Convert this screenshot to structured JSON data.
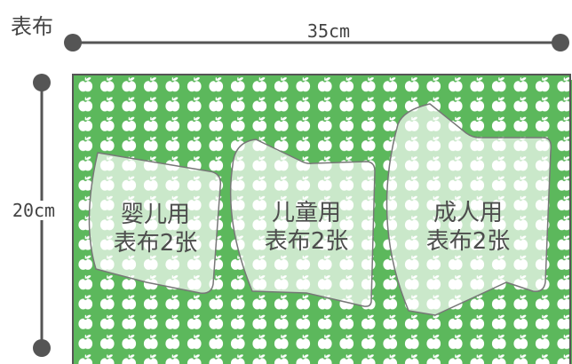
{
  "fabric_title": "表布",
  "width_label": "35cm",
  "height_label": "20cm",
  "pattern": {
    "motif": "apple-icon",
    "fabric_color": "#5cb85c",
    "motif_color": "#ffffff"
  },
  "pieces": [
    {
      "line1": "婴儿用",
      "line2": "表布2张"
    },
    {
      "line1": "儿童用",
      "line2": "表布2张"
    },
    {
      "line1": "成人用",
      "line2": "表布2张"
    }
  ]
}
